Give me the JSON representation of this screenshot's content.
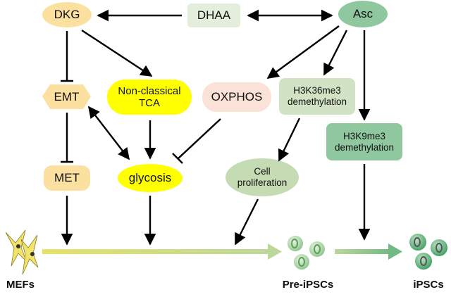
{
  "colors": {
    "dkg": "#fbe0a0",
    "emt": "#fbe0a0",
    "met": "#fbe0a0",
    "dhaa": "#e3efdc",
    "asc": "#8fc79f",
    "non_classical_tca": "#ffff00",
    "glycosis": "#ffff00",
    "oxphos": "#fbe2d8",
    "h3k36": "#d2e3c5",
    "h3k9": "#8fc79f",
    "cell_prolif": "#c4dbb4",
    "arrow": "#000000",
    "progress_start": "#e6e26a",
    "progress_mid": "#bcd79a",
    "progress_end": "#72b985"
  },
  "nodes": {
    "dkg": "DKG",
    "dhaa": "DHAA",
    "asc": "Asc",
    "emt": "EMT",
    "non_classical_tca": [
      "Non-classical",
      "TCA"
    ],
    "oxphos": "OXPHOS",
    "h3k36": [
      "H3K36me3",
      "demethylation"
    ],
    "h3k9": [
      "H3K9me3",
      "demethylation"
    ],
    "met": "MET",
    "glycosis": "glycosis",
    "cell_prolif": [
      "Cell",
      "proliferation"
    ]
  },
  "stages": {
    "mefs": "MEFs",
    "pre_ipscs": "Pre-iPSCs",
    "ipscs": "iPSCs"
  },
  "edges": [
    {
      "from": "DHAA",
      "to": "DKG",
      "type": "activate"
    },
    {
      "from": "DHAA",
      "to": "Asc",
      "type": "bidirectional"
    },
    {
      "from": "DKG",
      "to": "EMT",
      "type": "inhibit"
    },
    {
      "from": "DKG",
      "to": "Non-classical TCA",
      "type": "activate"
    },
    {
      "from": "Asc",
      "to": "OXPHOS",
      "type": "activate"
    },
    {
      "from": "Asc",
      "to": "H3K36me3 demethylation",
      "type": "activate"
    },
    {
      "from": "Asc",
      "to": "H3K9me3 demethylation",
      "type": "activate"
    },
    {
      "from": "EMT",
      "to": "MET",
      "type": "inhibit"
    },
    {
      "from": "EMT",
      "to": "glycosis",
      "type": "bidirectional"
    },
    {
      "from": "Non-classical TCA",
      "to": "glycosis",
      "type": "activate"
    },
    {
      "from": "OXPHOS",
      "to": "glycosis",
      "type": "inhibit"
    },
    {
      "from": "H3K36me3 demethylation",
      "to": "Cell proliferation",
      "type": "activate"
    },
    {
      "from": "MET",
      "to": "MEFs→Pre-iPSCs",
      "type": "activate"
    },
    {
      "from": "glycosis",
      "to": "MEFs→Pre-iPSCs",
      "type": "activate"
    },
    {
      "from": "Cell proliferation",
      "to": "MEFs→Pre-iPSCs",
      "type": "activate"
    },
    {
      "from": "H3K9me3 demethylation",
      "to": "Pre-iPSCs→iPSCs",
      "type": "activate"
    }
  ]
}
